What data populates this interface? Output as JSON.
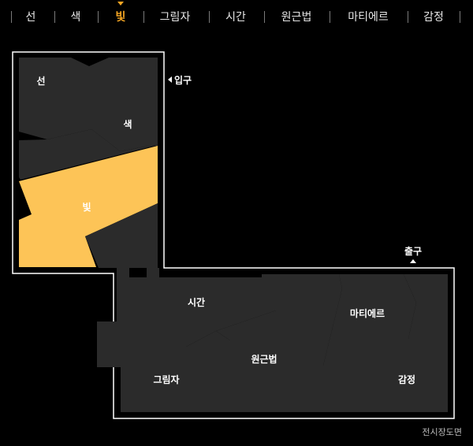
{
  "nav": {
    "items": [
      {
        "label": "선"
      },
      {
        "label": "색"
      },
      {
        "label": "빛",
        "active": true
      },
      {
        "label": "그림자"
      },
      {
        "label": "시간"
      },
      {
        "label": "원근법"
      },
      {
        "label": "마티에르"
      },
      {
        "label": "감정"
      }
    ]
  },
  "map": {
    "rooms": {
      "line": "선",
      "color": "색",
      "light": "빛",
      "time": "시간",
      "shadow": "그림자",
      "perspective": "원근법",
      "matiere": "마티에르",
      "emotion": "감정"
    },
    "entrance": "입구",
    "exit": "출구"
  },
  "caption": "전시장도면",
  "colors": {
    "background": "#000000",
    "room_fill": "#2b2b2b",
    "active_room_fill": "#fdc457",
    "outline": "#ffffff",
    "nav_active": "#f5a623"
  }
}
